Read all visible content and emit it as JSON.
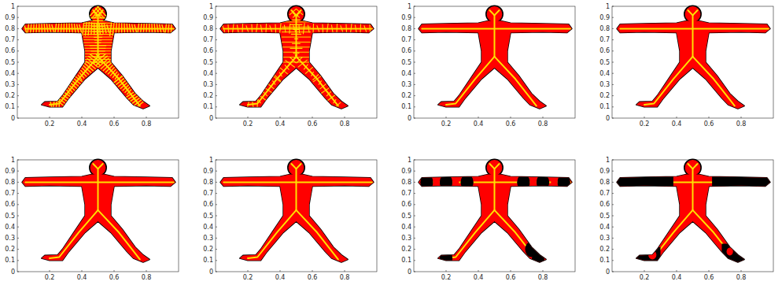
{
  "diagram": {
    "labels": [
      "0",
      "0.1",
      "0.2",
      "0.3",
      "0.4",
      "0.5",
      "0.6",
      "0.7",
      "0.8",
      "0.9",
      "1",
      "0.2",
      "0.4",
      "0.6",
      "0.8",
      "0",
      "0.1",
      "0.2",
      "0.3",
      "0.4",
      "0.5",
      "0.6",
      "0.7",
      "0.8",
      "0.9",
      "1",
      "0.2",
      "0.4",
      "0.6",
      "0.8",
      "0",
      "0.1",
      "0.2",
      "0.3",
      "0.4",
      "0.5",
      "0.6",
      "0.7",
      "0.8",
      "0.9",
      "1",
      "0.2",
      "0.4",
      "0.6",
      "0.8",
      "0",
      "0.1",
      "0.2",
      "0.3",
      "0.4",
      "0.5",
      "0.6",
      "0.7",
      "0.8",
      "0.9",
      "1",
      "0.2",
      "0.4",
      "0.6",
      "0.8",
      "0",
      "0.1",
      "0.2",
      "0.3",
      "0.4",
      "0.5",
      "0.6",
      "0.7",
      "0.8",
      "0.9",
      "1",
      "0.2",
      "0.4",
      "0.6",
      "0.8",
      "0",
      "0.1",
      "0.2",
      "0.3",
      "0.4",
      "0.5",
      "0.6",
      "0.7",
      "0.8",
      "0.9",
      "1",
      "0.2",
      "0.4",
      "0.6",
      "0.8",
      "0",
      "0.1",
      "0.2",
      "0.3",
      "0.4",
      "0.5",
      "0.6",
      "0.7",
      "0.8",
      "0.9",
      "1",
      "0.2",
      "0.4",
      "0.6",
      "0.8",
      "0",
      "0.1",
      "0.2",
      "0.3",
      "0.4",
      "0.5",
      "0.6",
      "0.7",
      "0.8",
      "0.9",
      "1",
      "0.2",
      "0.4",
      "0.6",
      "0.8"
    ]
  }
}
